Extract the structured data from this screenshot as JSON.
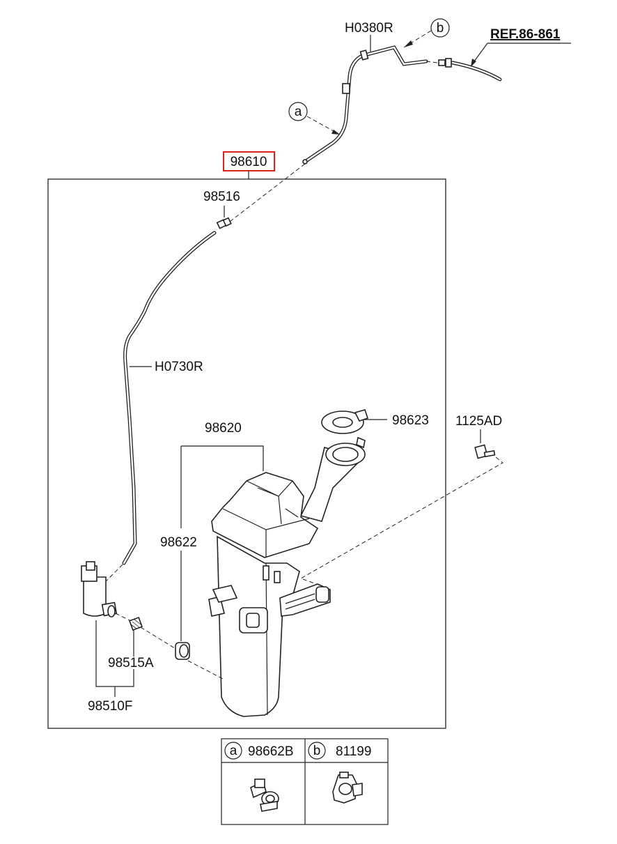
{
  "labels": {
    "h0380r": "H0380R",
    "ref": "REF.86-861",
    "p98610": "98610",
    "p98516": "98516",
    "h0730r": "H0730R",
    "p98620": "98620",
    "p98623": "98623",
    "p1125ad": "1125AD",
    "p98622": "98622",
    "p98515a": "98515A",
    "p98510f": "98510F"
  },
  "callouts": {
    "a": "a",
    "b": "b"
  },
  "legend": {
    "items": [
      {
        "letter": "a",
        "part": "98662B"
      },
      {
        "letter": "b",
        "part": "81199"
      }
    ]
  },
  "colors": {
    "highlight": "#e0201b",
    "line": "#222222"
  }
}
